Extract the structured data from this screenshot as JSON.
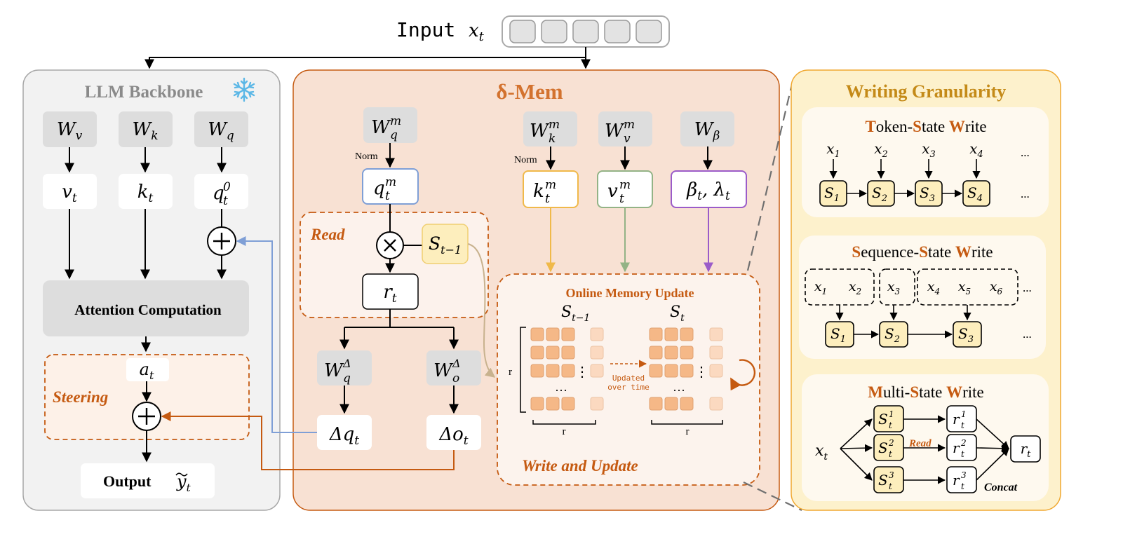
{
  "input": {
    "label": "Input",
    "symbol": "x",
    "sub": "t"
  },
  "backbone": {
    "title": "LLM Backbone",
    "weights": [
      {
        "base": "W",
        "sub": "v"
      },
      {
        "base": "W",
        "sub": "k"
      },
      {
        "base": "W",
        "sub": "q"
      }
    ],
    "vectors": [
      {
        "base": "v",
        "sub": "t"
      },
      {
        "base": "k",
        "sub": "t"
      },
      {
        "base": "q",
        "sub": "t",
        "sup": "0"
      }
    ],
    "attention": "Attention Computation",
    "steering": "Steering",
    "a_t": {
      "base": "a",
      "sub": "t"
    },
    "output_label": "Output",
    "output_symbol": "y",
    "output_sub": "t"
  },
  "mem": {
    "title": "δ-Mem",
    "norm": "Norm",
    "wq": {
      "base": "W",
      "sub": "q",
      "sup": "m"
    },
    "qm": {
      "base": "q",
      "sub": "t",
      "sup": "m"
    },
    "read": "Read",
    "s_prev": {
      "base": "S",
      "sub": "t−1"
    },
    "rt": {
      "base": "r",
      "sub": "t"
    },
    "wqd": {
      "base": "W",
      "sub": "q",
      "sup": "Δ"
    },
    "wod": {
      "base": "W",
      "sub": "o",
      "sup": "Δ"
    },
    "dq": {
      "base": "Δq",
      "sub": "t"
    },
    "do": {
      "base": "Δo",
      "sub": "t"
    },
    "wk": {
      "base": "W",
      "sub": "k",
      "sup": "m"
    },
    "wv": {
      "base": "W",
      "sub": "v",
      "sup": "m"
    },
    "wb": {
      "base": "W",
      "sub": "β"
    },
    "km": {
      "base": "k",
      "sub": "t",
      "sup": "m"
    },
    "vm": {
      "base": "v",
      "sub": "t",
      "sup": "m"
    },
    "bl": "β",
    "bl2": "λ",
    "bl_sub": "t",
    "online": "Online Memory Update",
    "s_prev2": {
      "base": "S",
      "sub": "t−1"
    },
    "s_cur": {
      "base": "S",
      "sub": "t"
    },
    "r": "r",
    "dots": "···",
    "vdots": "⋮",
    "updated1": "Updated",
    "updated2": "over time",
    "write": "Write and Update"
  },
  "granularity": {
    "title": "Writing Granularity",
    "token": {
      "title_parts": [
        [
          "T",
          "oken-"
        ],
        [
          "S",
          "tate "
        ],
        [
          "W",
          "rite"
        ]
      ],
      "xs": [
        "1",
        "2",
        "3",
        "4"
      ],
      "ss": [
        "1",
        "2",
        "3",
        "4"
      ],
      "ellipsis": "..."
    },
    "sequence": {
      "title_parts": [
        [
          "S",
          "equence-"
        ],
        [
          "S",
          "tate "
        ],
        [
          "W",
          "rite"
        ]
      ],
      "groups": [
        [
          "1",
          "2"
        ],
        [
          "3"
        ],
        [
          "4",
          "5",
          "6"
        ]
      ],
      "ss": [
        "1",
        "2",
        "3"
      ],
      "ellipsis": "..."
    },
    "multi": {
      "title_parts": [
        [
          "M",
          "ulti-"
        ],
        [
          "S",
          "tate "
        ],
        [
          "W",
          "rite"
        ]
      ],
      "x": {
        "base": "x",
        "sub": "t"
      },
      "states": [
        "1",
        "2",
        "3"
      ],
      "read": "Read",
      "rt": {
        "base": "r",
        "sub": "t"
      },
      "concat": "Concat"
    }
  },
  "colors": {
    "backbone_bg": "#f2f2f2",
    "mem_bg": "#f8e1d3",
    "mem_border": "#c55a11",
    "gran_bg": "#fdf1cc",
    "gran_border": "#f0a830",
    "accent": "#c55a11",
    "blue": "#7f9fd6",
    "yellow": "#f0b94a",
    "green": "#93b386",
    "purple": "#9b5cc9",
    "cell": "#f5b887",
    "cell_light": "#fbd9c0"
  }
}
